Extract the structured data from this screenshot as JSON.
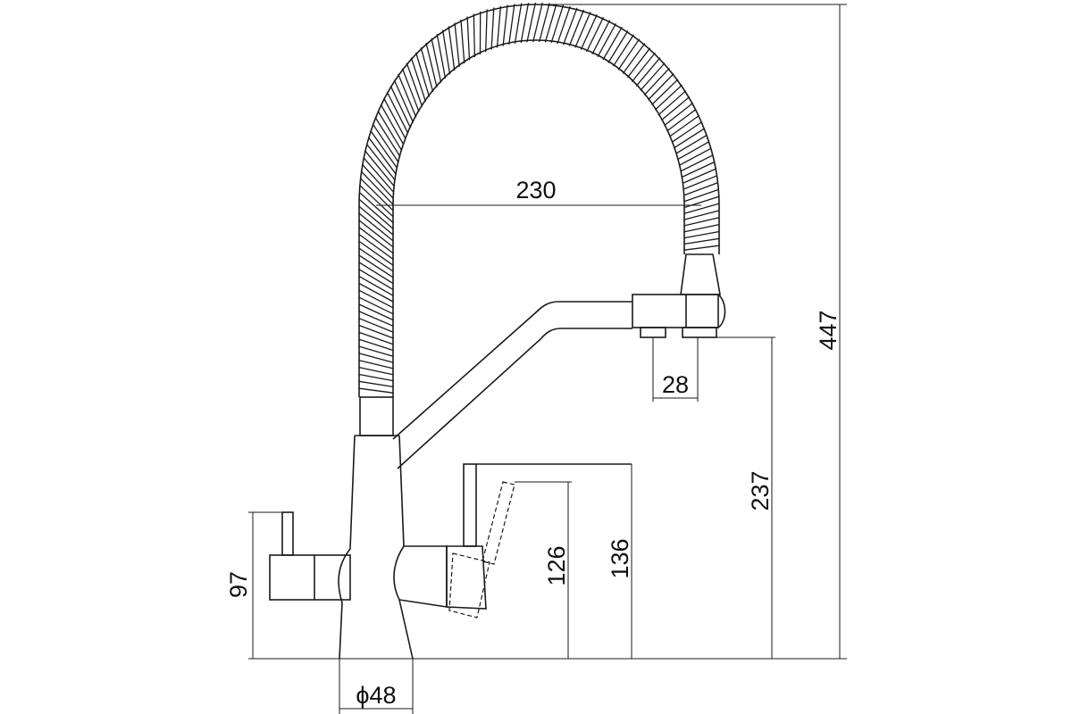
{
  "dimensions": {
    "total_height": "447",
    "hose_width": "230",
    "spout_outlet_width": "28",
    "spout_outlet_height": "237",
    "lever_height_low": "126",
    "lever_height_high": "136",
    "side_lever_height": "97",
    "base_diameter": "ϕ48"
  },
  "colors": {
    "line": "#1a1a1a",
    "background": "#ffffff"
  }
}
